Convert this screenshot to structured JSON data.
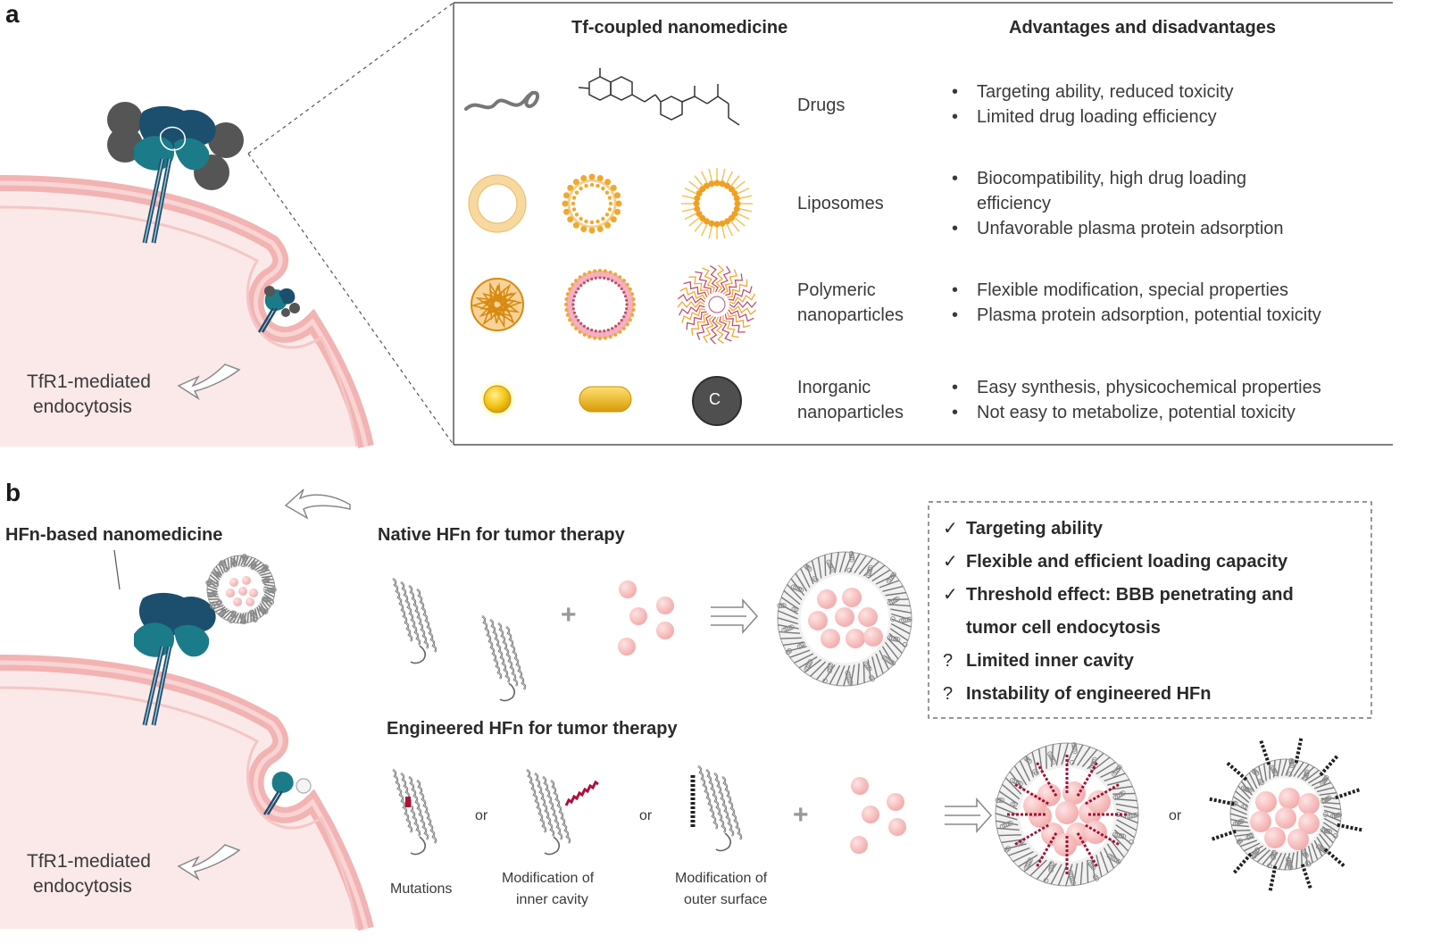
{
  "panel_a": {
    "letter": "a",
    "col_nanomedicine": "Tf-coupled nanomedicine",
    "col_advantages": "Advantages and disadvantages",
    "rows": [
      {
        "category": "Drugs",
        "points": [
          "Targeting ability, reduced toxicity",
          "Limited drug loading efficiency"
        ]
      },
      {
        "category": "Liposomes",
        "points": [
          "Biocompatibility, high drug loading",
          "efficiency",
          "Unfavorable  plasma protein adsorption"
        ]
      },
      {
        "category_line1": "Polymeric",
        "category_line2": "nanoparticles",
        "points": [
          "Flexible modification, special properties",
          "Plasma protein adsorption, potential toxicity"
        ]
      },
      {
        "category_line1": "Inorganic",
        "category_line2": "nanoparticles",
        "points": [
          "Easy synthesis, physicochemical properties",
          "Not easy to metabolize, potential toxicity"
        ]
      }
    ],
    "carbon_label": "C",
    "endocytosis_line1": "TfR1-mediated",
    "endocytosis_line2": "endocytosis"
  },
  "panel_b": {
    "letter": "b",
    "hfn_label": "HFn-based nanomedicine",
    "native_title": "Native HFn for tumor therapy",
    "engineered_title": "Engineered HFn for tumor therapy",
    "plus": "+",
    "or": "or",
    "features": [
      {
        "mark": "✓",
        "text": "Targeting ability"
      },
      {
        "mark": "✓",
        "text": "Flexible and efficient loading capacity"
      },
      {
        "mark": "✓",
        "text": "Threshold effect: BBB penetrating and"
      },
      {
        "mark": "",
        "text": "tumor cell endocytosis"
      },
      {
        "mark": "?",
        "text": "Limited inner cavity"
      },
      {
        "mark": "?",
        "text": "Instability of engineered HFn"
      }
    ],
    "mutations": "Mutations",
    "mod_inner_1": "Modification of",
    "mod_inner_2": "inner cavity",
    "mod_outer_1": "Modification of",
    "mod_outer_2": "outer surface",
    "endocytosis_line1": "TfR1-mediated",
    "endocytosis_line2": "endocytosis"
  },
  "colors": {
    "cell_membrane": "#f2b8b8",
    "cell_fill": "#fbe9e9",
    "receptor_dark": "#1c4f6e",
    "receptor_teal": "#1c7b88",
    "gold": "#e0a31f",
    "liposome_orange": "#f0a830",
    "cargo_pink": "#f6b6b6"
  }
}
